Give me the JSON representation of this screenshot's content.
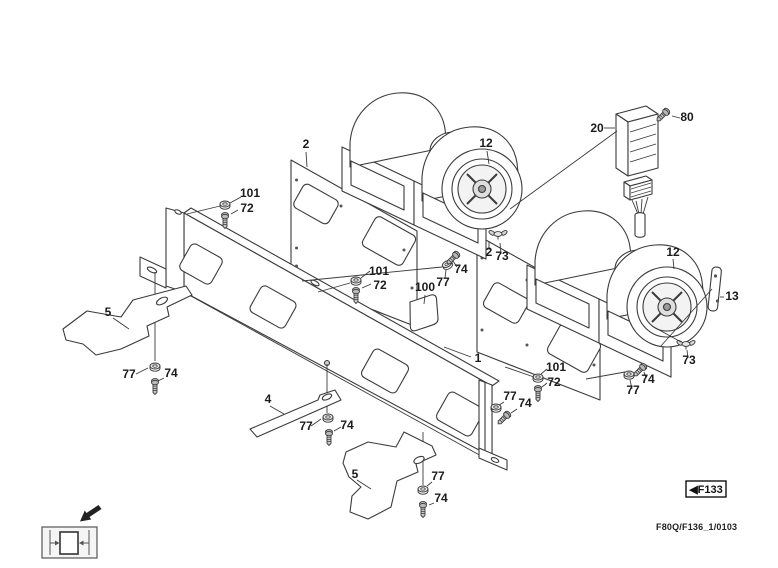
{
  "diagram": {
    "title_hidden": "",
    "callouts": [
      {
        "label": "2"
      },
      {
        "label": "101"
      },
      {
        "label": "72"
      },
      {
        "label": "12"
      },
      {
        "label": "20"
      },
      {
        "label": "80"
      },
      {
        "label": "12"
      },
      {
        "label": "13"
      },
      {
        "label": "2"
      },
      {
        "label": "73"
      },
      {
        "label": "100"
      },
      {
        "label": "101"
      },
      {
        "label": "72"
      },
      {
        "label": "77"
      },
      {
        "label": "74"
      },
      {
        "label": "1"
      },
      {
        "label": "101"
      },
      {
        "label": "72"
      },
      {
        "label": "77"
      },
      {
        "label": "74"
      },
      {
        "label": "77"
      },
      {
        "label": "74"
      },
      {
        "label": "73"
      },
      {
        "label": "5"
      },
      {
        "label": "77"
      },
      {
        "label": "74"
      },
      {
        "label": "4"
      },
      {
        "label": "77"
      },
      {
        "label": "74"
      },
      {
        "label": "5"
      },
      {
        "label": "77"
      },
      {
        "label": "74"
      }
    ],
    "figure_ref": "◀F133",
    "doc_code": "F80Q/F136_1/0103",
    "line_color": "#3b3b3b",
    "label_color": "#1b1b1b"
  }
}
